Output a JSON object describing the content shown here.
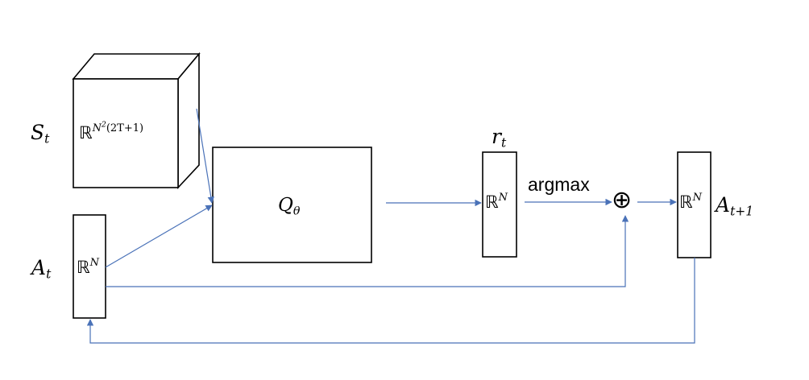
{
  "colors": {
    "arrow": "#4a72b8",
    "box": "#000000"
  },
  "nodes": {
    "s_t": {
      "symbol": "S",
      "sub": "t"
    },
    "state_space": {
      "field": "ℝ",
      "base": "N",
      "base_sup": "2",
      "rest": "(2T+1)"
    },
    "a_t": {
      "symbol": "A",
      "sub": "t"
    },
    "a_t_space": {
      "field": "ℝ",
      "sup": "N"
    },
    "q": {
      "symbol": "Q",
      "sub": "θ"
    },
    "r_t": {
      "symbol": "r",
      "sub": "t"
    },
    "r_t_space": {
      "field": "ℝ",
      "sup": "N"
    },
    "argmax": "argmax",
    "plus": "⊕",
    "a_next_space": {
      "field": "ℝ",
      "sup": "N"
    },
    "a_next": {
      "symbol": "A",
      "sub": "t+1"
    }
  }
}
